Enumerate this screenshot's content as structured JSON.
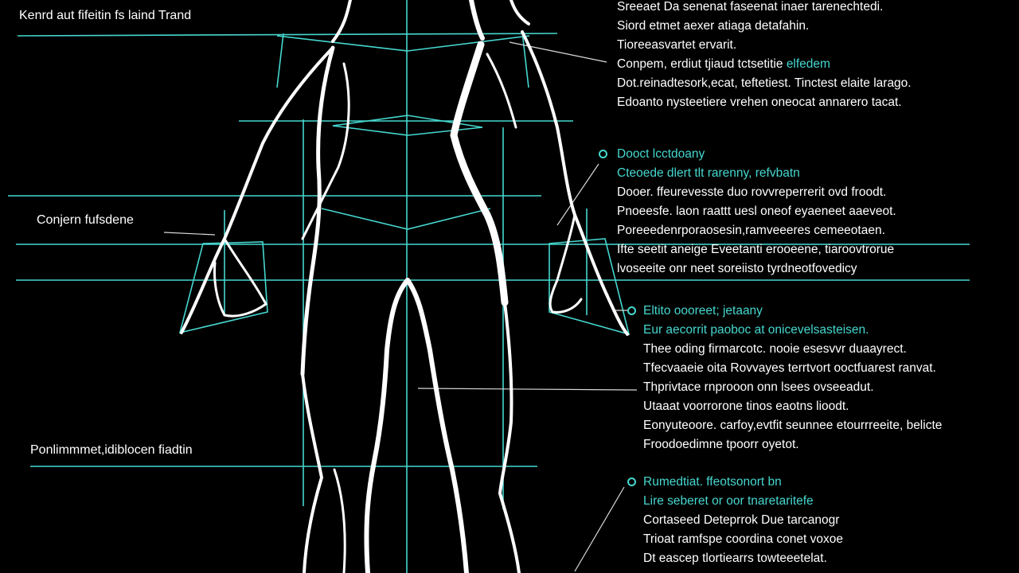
{
  "labels": {
    "top_left": "Kenrd aut fifeitin fs laind Trand",
    "mid_left": "Conjern fufsdene",
    "bottom_left": "Ponlimmmet,idiblocen fiadtin"
  },
  "text_blocks": [
    {
      "id": "block-1",
      "lines": [
        {
          "text": "Sreeaet Da senenat faseenat inaer tarenechtedi.",
          "style": "white"
        },
        {
          "text": "Siord etmet aexer atiaga detafahin.",
          "style": "white"
        },
        {
          "text": "Tioreeasvartet ervarit.",
          "style": "white"
        },
        {
          "text": "Conpem, erdiut tjiaud tctsetitie",
          "style": "white",
          "accent": "elfedem"
        },
        {
          "text": "Dot.reinadtesork,ecat, teftetiest. Tinctest elaite larago.",
          "style": "white"
        },
        {
          "text": "Edoanto nysteetiere vrehen oneocat annarero tacat.",
          "style": "white"
        }
      ]
    },
    {
      "id": "block-2",
      "lines": [
        {
          "text": "Dooct lcctdoany",
          "style": "cyan"
        },
        {
          "text": "Cteoede dlert tlt rarenny, refvbatn",
          "style": "cyan"
        },
        {
          "text": "Dooer. ffeurevesste duo rovvreperrerit ovd froodt.",
          "style": "white"
        },
        {
          "text": "Pnoeesfe. laon raattt uesl oneof eyaeneet aaeveot.",
          "style": "white"
        },
        {
          "text": "Poreeedenrporaosesin,ramveeeres cemeeotaen.",
          "style": "white"
        },
        {
          "text": "Ifte seetit aneige Eveetanti erooeene, tiaroovtrorue",
          "style": "white"
        },
        {
          "text": "lvoseeite onr neet soreiisto tyrdneotfovedicy",
          "style": "white"
        }
      ]
    },
    {
      "id": "block-3",
      "lines": [
        {
          "text": "Eltito oooreet; jetaany",
          "style": "cyan"
        },
        {
          "text": "Eur aecorrit paoboc at onicevelsasteisen.",
          "style": "cyan"
        },
        {
          "text": "Thee oding firmarcotc. nooie esesvvr duaayrect.",
          "style": "white"
        },
        {
          "text": "Tfecvaaeie oita Rovvayes terrtvort ooctfuarest ranvat.",
          "style": "white"
        },
        {
          "text": "Thprivtace rnprooon onn lsees ovseeadut.",
          "style": "white"
        },
        {
          "text": "Utaaat voorrorone tinos eaotns lioodt.",
          "style": "white"
        },
        {
          "text": "Eonyuteoore. carfoy,evtfit seunnee etourrreeite, belicte",
          "style": "white"
        },
        {
          "text": "Froodoedimne tpoorr oyetot.",
          "style": "white"
        }
      ]
    },
    {
      "id": "block-4",
      "lines": [
        {
          "text": "Rumedtiat. ffeotsonort bn",
          "style": "cyan"
        },
        {
          "text": "Lire seberet or oor tnaretaritefe",
          "style": "cyan"
        },
        {
          "text": "Cortaseed Deteprrok Due tarcanogr",
          "style": "white"
        },
        {
          "text": "Trioat ramfspe coordina conet voxoe",
          "style": "white"
        },
        {
          "text": "Dt eascep tlortiearrs towteeetelat.",
          "style": "white"
        }
      ]
    }
  ],
  "colors": {
    "background": "#000000",
    "accent": "#46d7cf",
    "text": "#ffffff"
  }
}
